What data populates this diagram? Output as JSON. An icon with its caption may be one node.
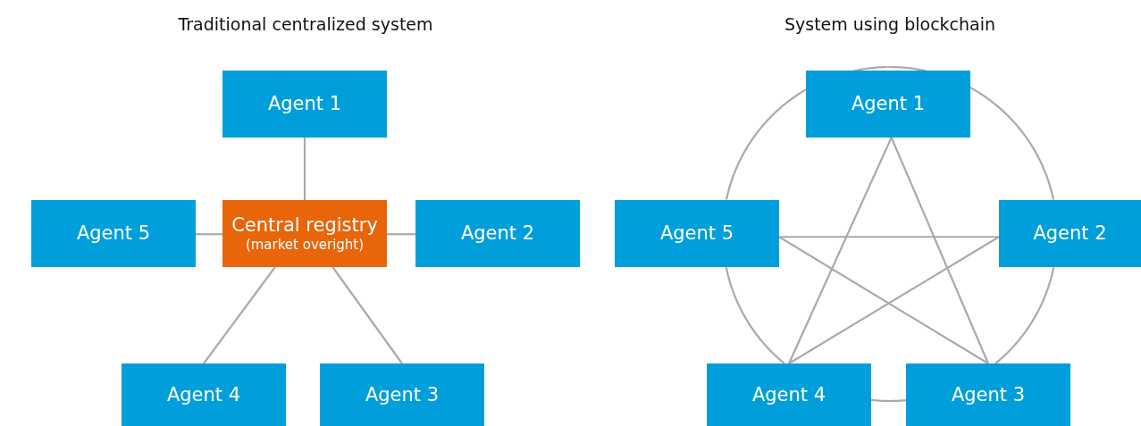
{
  "diagram": {
    "nodes": [
      {
        "text": [
          "Agent 1"
        ]
      },
      {
        "text": [
          "Central registry",
          "(market overight)"
        ]
      },
      {
        "text": [
          "Agent 5"
        ]
      },
      {
        "text": [
          "Agent 2"
        ]
      },
      {
        "text": [
          "Agent 4"
        ]
      },
      {
        "text": [
          "Agent 3"
        ]
      },
      {
        "text": [
          "Agent 1"
        ]
      },
      {
        "text": [
          "Agent 5"
        ]
      },
      {
        "text": [
          "Agent 2"
        ]
      },
      {
        "text": [
          "Agent 4"
        ]
      },
      {
        "text": [
          "Agent 3"
        ]
      }
    ],
    "edges": [
      {
        "from": 1,
        "to": 0,
        "arrow": "none"
      },
      {
        "from": 1,
        "to": 2,
        "arrow": "none"
      },
      {
        "from": 1,
        "to": 3,
        "arrow": "none"
      },
      {
        "from": 1,
        "to": 4,
        "arrow": "none"
      },
      {
        "from": 1,
        "to": 5,
        "arrow": "none"
      },
      {
        "from": 6,
        "to": 9,
        "arrow": "none"
      },
      {
        "from": 6,
        "to": 10,
        "arrow": "none"
      },
      {
        "from": 7,
        "to": 8,
        "arrow": "none"
      },
      {
        "from": 7,
        "to": 10,
        "arrow": "none"
      },
      {
        "from": 8,
        "to": 9,
        "arrow": "none"
      },
      {
        "from": 6,
        "to": 8,
        "arrow": "none"
      },
      {
        "from": 8,
        "to": 10,
        "arrow": "none"
      },
      {
        "from": 10,
        "to": 9,
        "arrow": "none"
      },
      {
        "from": 9,
        "to": 7,
        "arrow": "none"
      },
      {
        "from": 7,
        "to": 6,
        "arrow": "none"
      }
    ],
    "labels": [
      "Traditional centralized system",
      "System using blockchain"
    ]
  }
}
